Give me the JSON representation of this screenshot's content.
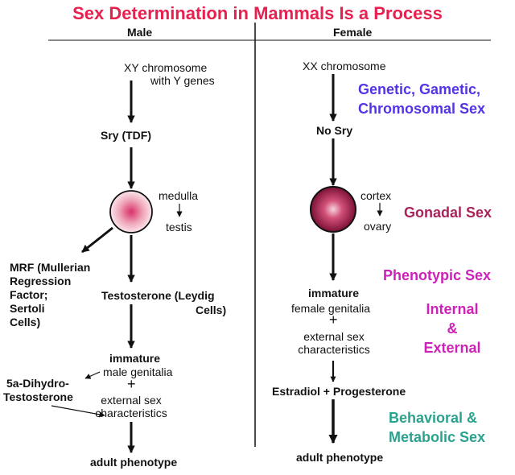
{
  "title": "Sex Determination in Mammals Is a Process",
  "colors": {
    "title": "#e8204f",
    "genetic": "#5533e6",
    "gonadal": "#a8245a",
    "phenotypic": "#cc22b8",
    "behavioral": "#2aa38e"
  },
  "male": {
    "header": "Male",
    "chromosome_line1": "XY  chromosome",
    "chromosome_line2": "with Y genes",
    "sry": "Sry (TDF)",
    "medulla": "medulla",
    "testis": "testis",
    "mrf_lines": [
      "MRF (Mullerian",
      "Regression",
      "Factor;",
      "Sertoli",
      "Cells)"
    ],
    "testosterone_line1": "Testosterone (Leydig",
    "testosterone_line2": "Cells)",
    "immature": "immature",
    "genitalia": "male genitalia",
    "plus": "+",
    "external1": "external sex",
    "external2": "characteristics",
    "dht_line1": "5a-Dihydro-",
    "dht_line2": "Testosterone",
    "adult": "adult phenotype"
  },
  "female": {
    "header": "Female",
    "chromosome": "XX chromosome",
    "no_sry": "No Sry",
    "cortex": "cortex",
    "ovary": "ovary",
    "immature": "immature",
    "genitalia": "female genitalia",
    "plus": "+",
    "external1": "external sex",
    "external2": "characteristics",
    "hormones": "Estradiol + Progesterone",
    "adult": "adult phenotype"
  },
  "stages": {
    "genetic_line1": "Genetic, Gametic,",
    "genetic_line2": "Chromosomal Sex",
    "gonadal": "Gonadal Sex",
    "phenotypic": "Phenotypic Sex",
    "internal": "Internal",
    "amp": "&",
    "external": "External",
    "behavioral_line1": "Behavioral &",
    "behavioral_line2": "Metabolic Sex"
  }
}
